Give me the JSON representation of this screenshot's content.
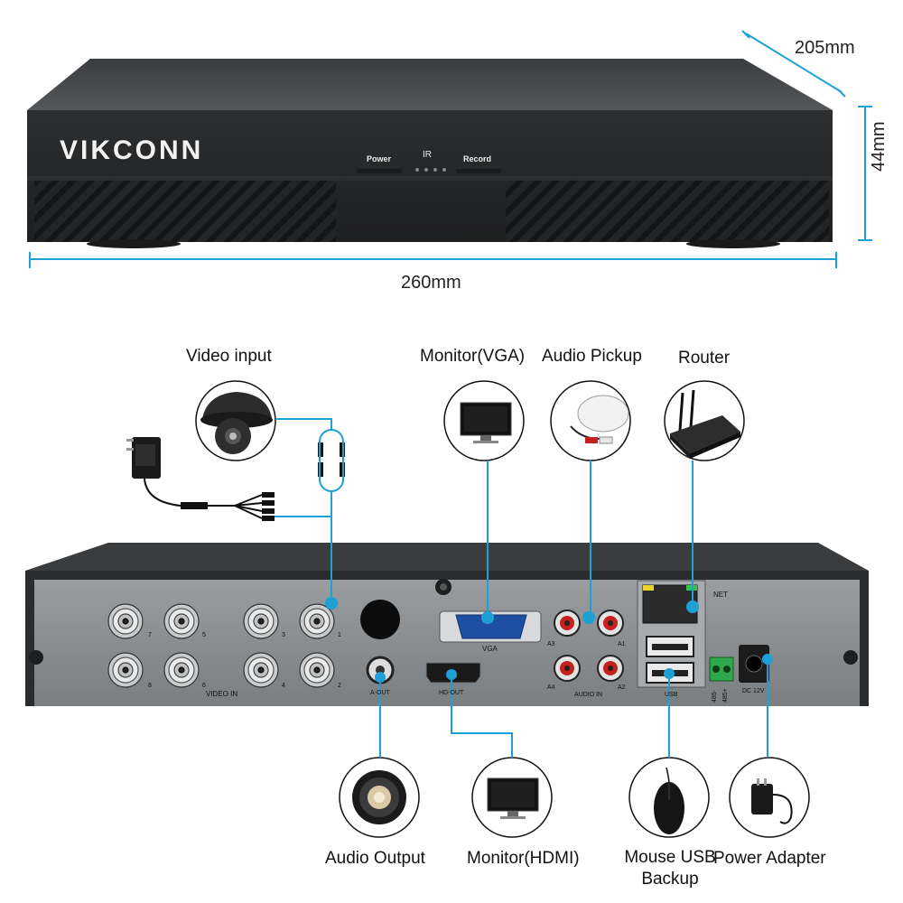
{
  "device": {
    "brand": "VIKCONN",
    "front_labels": {
      "power": "Power",
      "ir": "IR",
      "record": "Record"
    }
  },
  "dimensions": {
    "depth": "205mm",
    "height": "44mm",
    "width": "260mm"
  },
  "peripherals": {
    "video_input": "Video input",
    "monitor_vga": "Monitor(VGA)",
    "audio_pickup": "Audio Pickup",
    "router": "Router",
    "audio_output": "Audio Output",
    "monitor_hdmi": "Monitor(HDMI)",
    "mouse_usb": "Mouse USB Backup",
    "power_adapter": "Power Adapter"
  },
  "rear_panel": {
    "bnc_numbers": [
      "7",
      "5",
      "3",
      "1",
      "8",
      "6",
      "4",
      "2"
    ],
    "video_in": "VIDEO IN",
    "a_out": "A-OUT",
    "vga": "VGA",
    "hd_out": "HD-OUT",
    "audio_in": "AUDIO IN",
    "audio_channels": [
      "A3",
      "A1",
      "A4",
      "A2"
    ],
    "net": "NET",
    "usb": "USB",
    "rs485": [
      "485-",
      "485+"
    ],
    "dc": "DC 12V"
  },
  "colors": {
    "connector_line": "#1e9fd6",
    "body_dark": "#2f3133",
    "panel_gray": "#8c8f92"
  }
}
